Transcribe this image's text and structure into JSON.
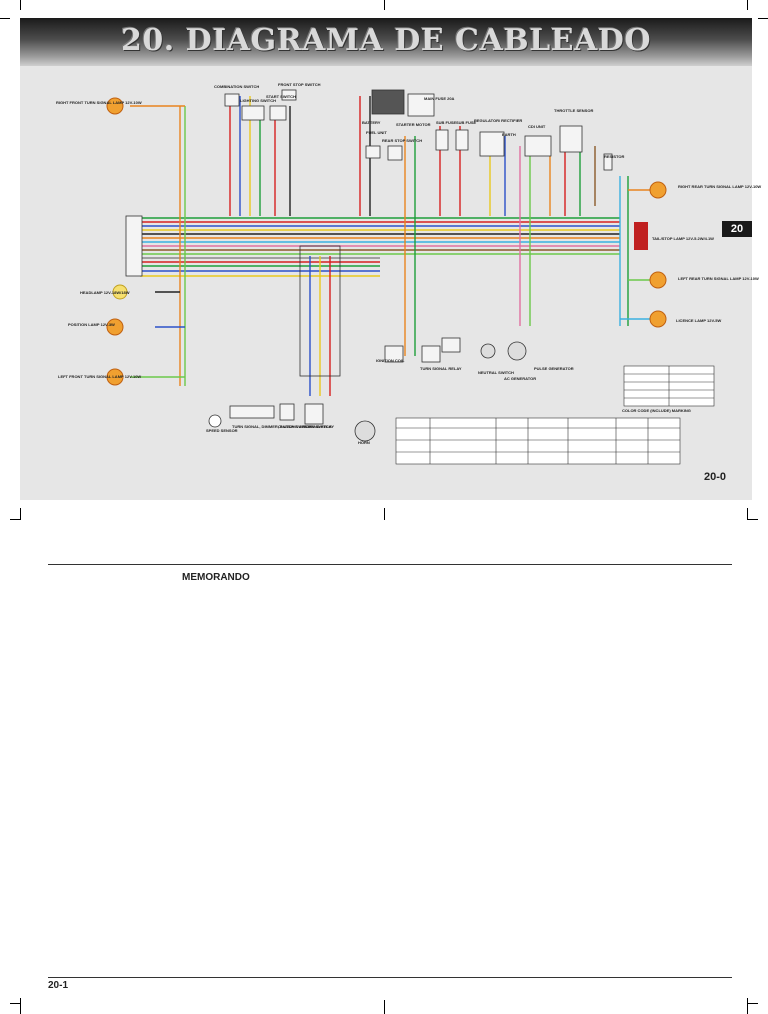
{
  "title": "20. DIAGRAMA DE CABLEADO",
  "section_tab": "20",
  "page_top": "20-0",
  "memo_heading": "MEMORANDO",
  "page_bottom": "20-1",
  "labels": {
    "right_front_turn": "RIGHT FRONT TURN SIGNAL LAMP 12V-10W",
    "headlamp": "HEADLAMP 12V-18W/18W",
    "position_lamp": "POSITION LAMP 12V-3W",
    "left_front_turn": "LEFT FRONT TURN SIGNAL LAMP 12V-10W",
    "combination_switch": "COMBINATION SWITCH",
    "front_stop_switch": "FRONT STOP SWITCH",
    "lighting_switch": "LIGHTING SWITCH",
    "start_switch": "START SWITCH",
    "battery": "BATTERY",
    "main_fuse": "MAIN FUSE 20A",
    "starter_motor": "STARTER MOTOR",
    "fuel_unit": "FUEL UNIT",
    "rear_stop_switch": "REAR STOP SWITCH",
    "sub_fuse": "SUB FUSE",
    "regulator": "REGULATOR/ RECTIFIER",
    "cdi_unit": "CDI UNIT",
    "throttle_sensor": "THROTTLE SENSOR",
    "earth": "EARTH",
    "resistor": "RESISTOR",
    "right_rear_turn": "RIGHT REAR TURN SIGNAL LAMP 12V-10W",
    "tail_stop": "TAIL/STOP LAMP 12V-5.2W/4.1W",
    "left_rear_turn": "LEFT REAR TURN SIGNAL LAMP 12V-10W",
    "licence_lamp": "LICENCE LAMP 12V-5W",
    "ignition_coil": "IGNITION COIL",
    "turn_signal_relay": "TURN SIGNAL RELAY",
    "neutral_switch": "NEUTRAL SWITCH",
    "ac_generator": "AC GENERATOR",
    "pulse_generator": "PULSE GENERATOR",
    "speed_sensor": "SPEED SENSOR",
    "turn_signal_dimmer": "TURN SIGNAL, DIMMER, PASSING & HORN SWITCH",
    "clutch_switch": "CLUTCH SWITCH",
    "passing_relay": "PASSING RELAY",
    "horn": "HORN",
    "color_code": "COLOR CODE (INCLUDE) MARKING"
  },
  "colors": {
    "red": "#d62020",
    "green": "#1e9e3a",
    "yellow": "#e8c81e",
    "blue": "#2b50c8",
    "black": "#222222",
    "orange": "#e8841e",
    "brown": "#8a5a2a",
    "lightblue": "#3ab0e0",
    "lightgreen": "#6cc84a",
    "pink": "#e070a0",
    "gray": "#888888",
    "white": "#f4f4f4"
  }
}
